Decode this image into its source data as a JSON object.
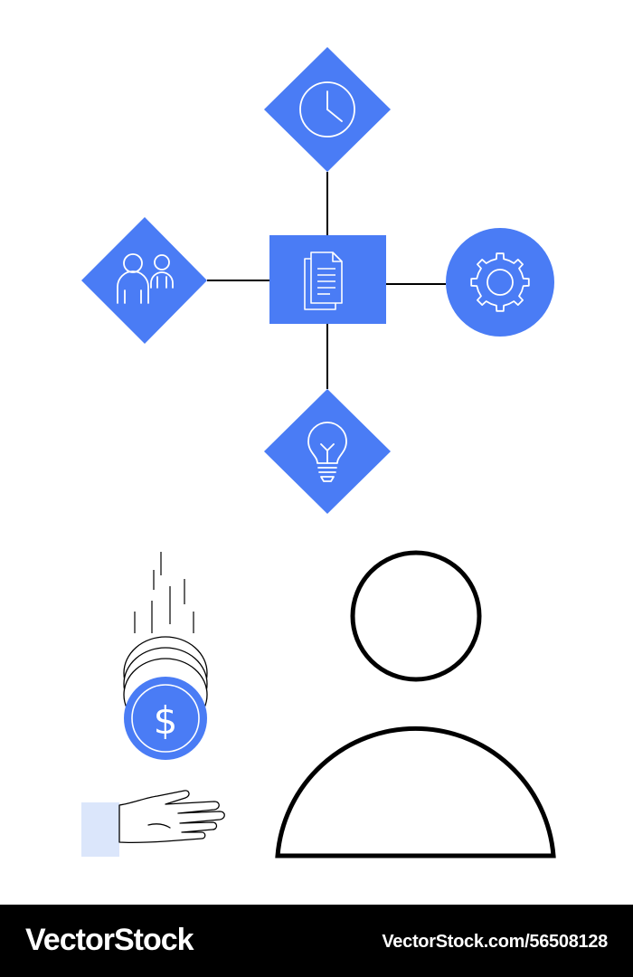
{
  "colors": {
    "accent": "#4a7cf5",
    "outline": "#000000",
    "icon_stroke": "#ffffff",
    "cuff": "#dbe6fb",
    "background": "#ffffff",
    "footer": "#000000"
  },
  "diagram": {
    "center": {
      "icon": "document-icon"
    },
    "nodes": [
      {
        "position": "top",
        "shape": "diamond",
        "icon": "clock-icon"
      },
      {
        "position": "left",
        "shape": "diamond",
        "icon": "people-icon"
      },
      {
        "position": "right",
        "shape": "circle",
        "icon": "gear-icon"
      },
      {
        "position": "bottom",
        "shape": "diamond",
        "icon": "lightbulb-icon"
      }
    ]
  },
  "illustration": {
    "coin": {
      "icon": "dollar-coin-icon",
      "symbol": "$"
    },
    "hand": {
      "icon": "open-hand-icon"
    },
    "person": {
      "icon": "person-silhouette-icon"
    }
  },
  "watermark": {
    "brand": "VectorStock",
    "image_id": "VectorStock.com/56508128"
  }
}
